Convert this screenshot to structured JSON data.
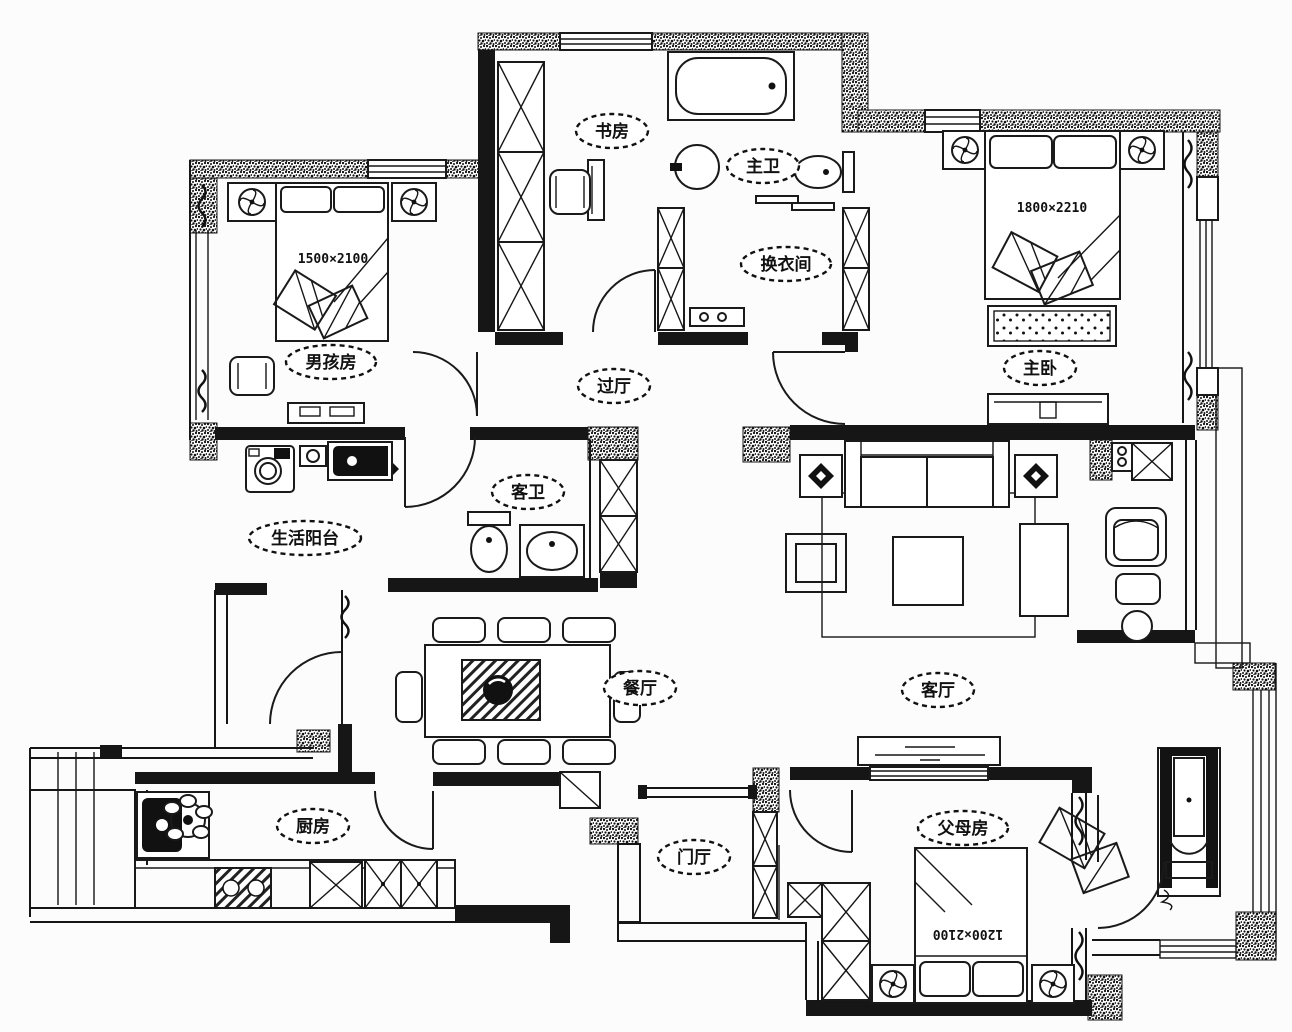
{
  "plan": {
    "rooms": [
      {
        "name": "study",
        "label": "书房"
      },
      {
        "name": "master-bath",
        "label": "主卫"
      },
      {
        "name": "walkin-closet",
        "label": "换衣间"
      },
      {
        "name": "master-bedroom",
        "label": "主卧"
      },
      {
        "name": "boys-room",
        "label": "男孩房"
      },
      {
        "name": "hallway",
        "label": "过厅"
      },
      {
        "name": "guest-bath",
        "label": "客卫"
      },
      {
        "name": "service-balcony",
        "label": "生活阳台"
      },
      {
        "name": "dining-room",
        "label": "餐厅"
      },
      {
        "name": "living-room",
        "label": "客厅"
      },
      {
        "name": "kitchen",
        "label": "厨房"
      },
      {
        "name": "foyer",
        "label": "门厅"
      },
      {
        "name": "parents-room",
        "label": "父母房"
      }
    ],
    "bed_dimensions": [
      {
        "room": "boys-room",
        "text": "1500×2100"
      },
      {
        "room": "master-bedroom",
        "text": "1800×2210"
      },
      {
        "room": "parents-room",
        "text": "1200×2100"
      }
    ],
    "colors": {
      "ink": "#161616",
      "paper": "#fcfcfc"
    }
  }
}
